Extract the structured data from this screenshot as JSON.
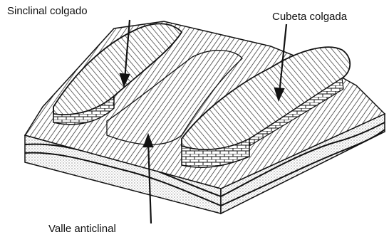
{
  "labels": {
    "sinclinal": "Sinclinal colgado",
    "cubeta": "Cubeta colgada",
    "valle": "Valle anticlinal"
  },
  "colors": {
    "ink": "#111111",
    "paper": "#ffffff",
    "stipple": "#bdbdbd"
  }
}
